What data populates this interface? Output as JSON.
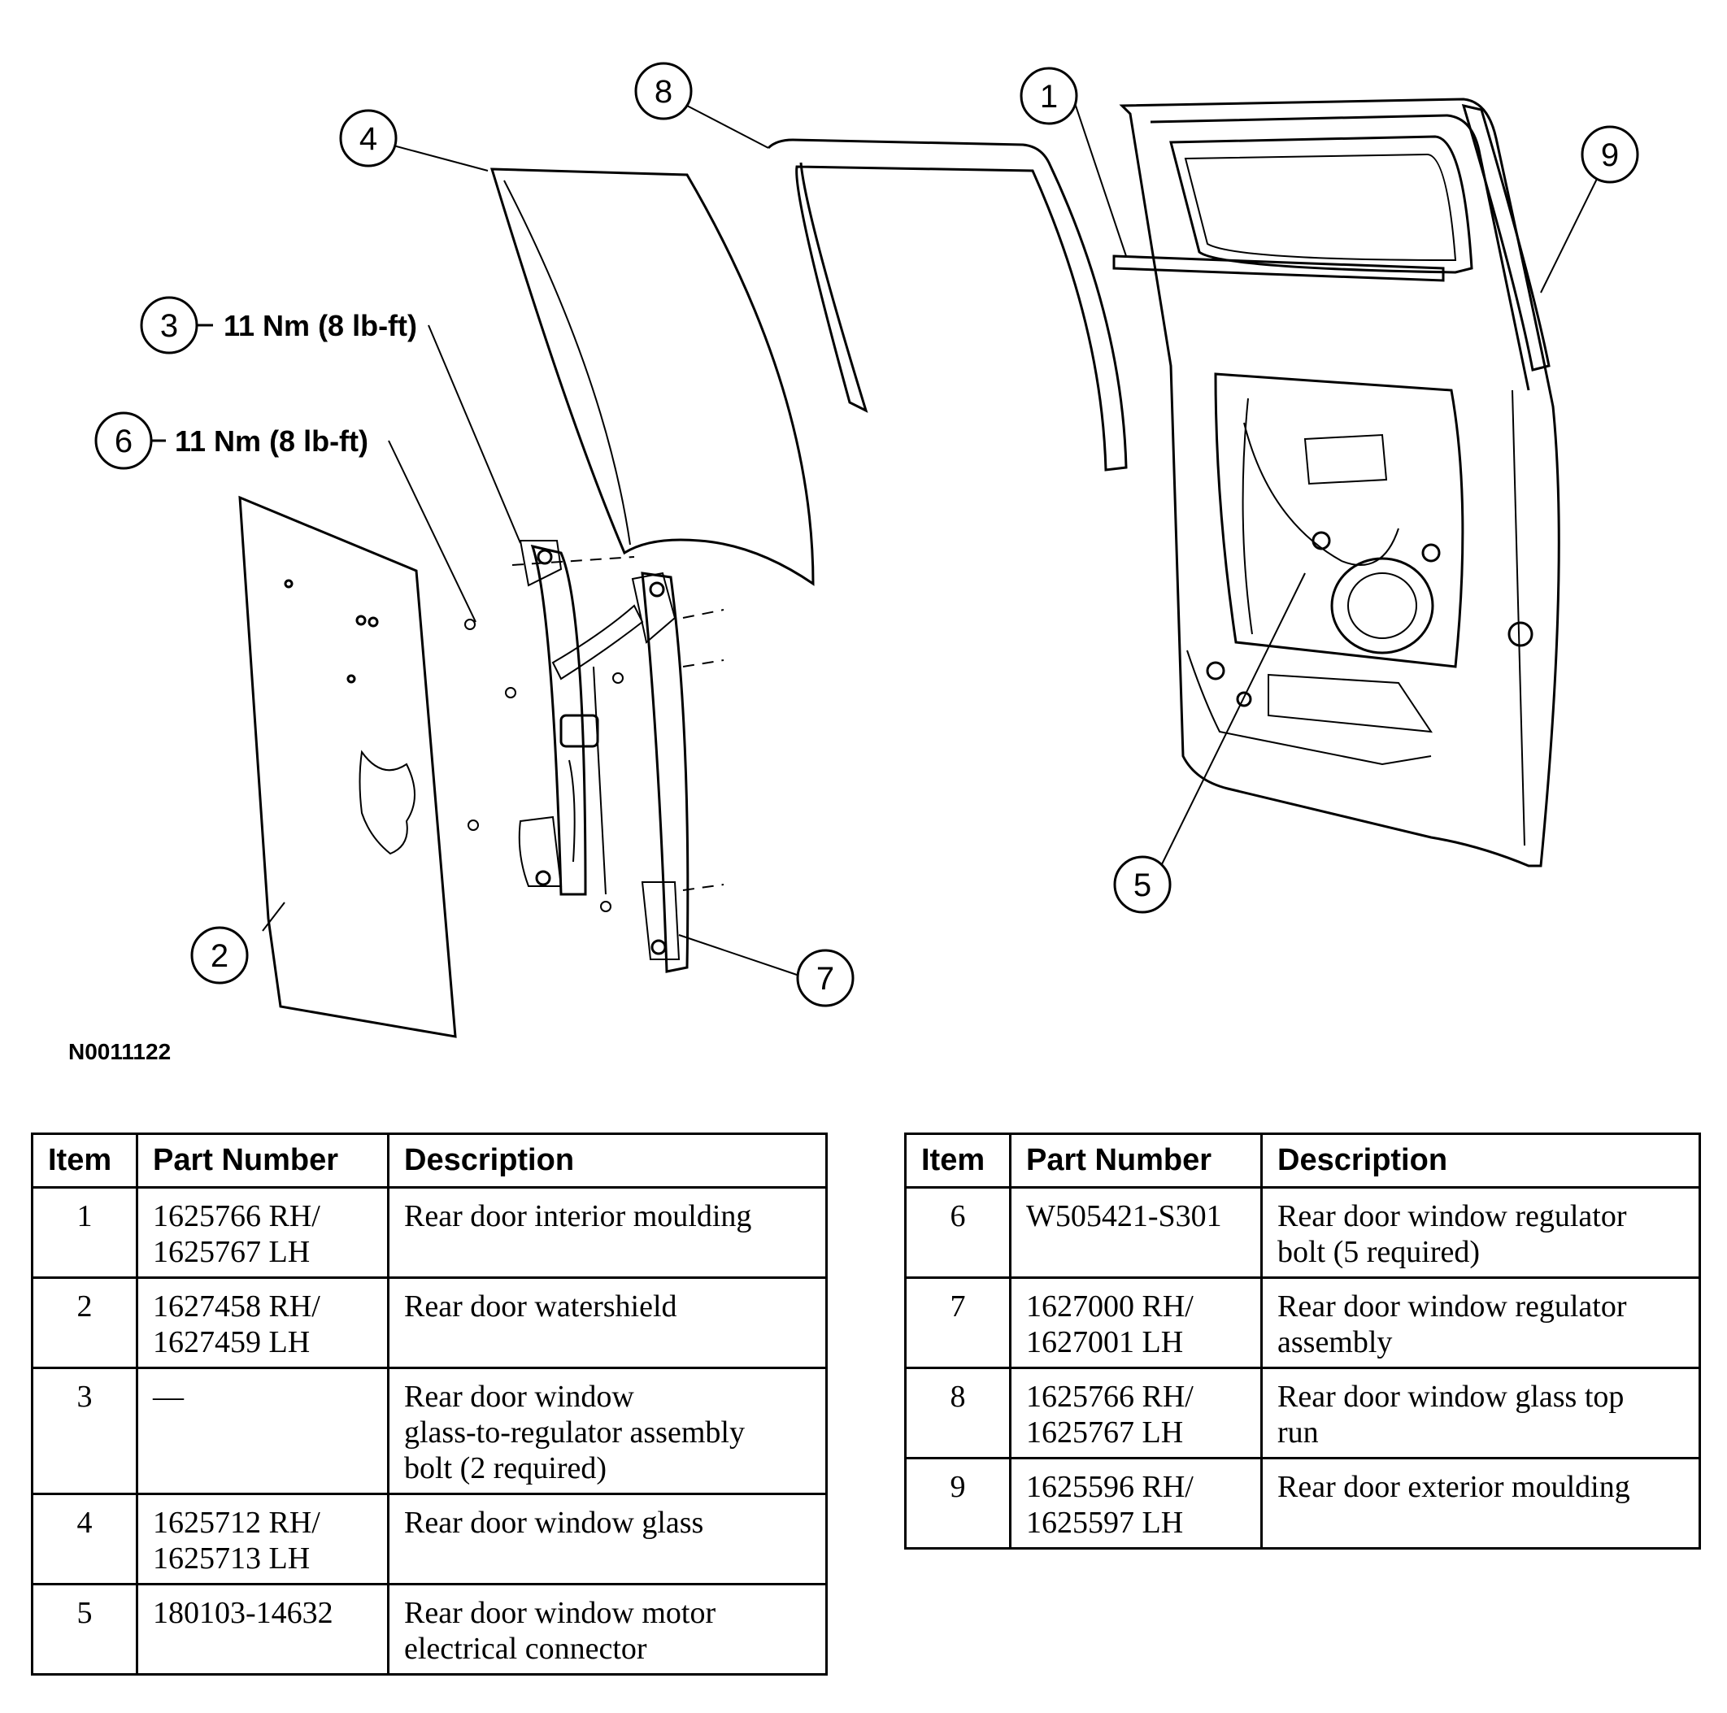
{
  "figure_id": "N0011122",
  "callouts": [
    {
      "id": "1",
      "label": "1"
    },
    {
      "id": "2",
      "label": "2"
    },
    {
      "id": "3",
      "label": "3",
      "torque": "11 Nm (8 lb-ft)"
    },
    {
      "id": "4",
      "label": "4"
    },
    {
      "id": "5",
      "label": "5"
    },
    {
      "id": "6",
      "label": "6",
      "torque": "11 Nm (8 lb-ft)"
    },
    {
      "id": "7",
      "label": "7"
    },
    {
      "id": "8",
      "label": "8"
    },
    {
      "id": "9",
      "label": "9"
    }
  ],
  "table_headers": {
    "item": "Item",
    "part_number": "Part Number",
    "description": "Description"
  },
  "parts_left": [
    {
      "item": "1",
      "part_number": "1625766 RH/\n1625767 LH",
      "description": "Rear door interior moulding"
    },
    {
      "item": "2",
      "part_number": "1627458 RH/\n1627459 LH",
      "description": "Rear door watershield"
    },
    {
      "item": "3",
      "part_number": "—",
      "description": "Rear door window\nglass-to-regulator assembly\nbolt (2 required)"
    },
    {
      "item": "4",
      "part_number": "1625712 RH/\n1625713 LH",
      "description": "Rear door window glass"
    },
    {
      "item": "5",
      "part_number": "180103-14632",
      "description": "Rear door window motor\nelectrical connector"
    }
  ],
  "parts_right": [
    {
      "item": "6",
      "part_number": "W505421-S301",
      "description": "Rear door window regulator\nbolt (5 required)"
    },
    {
      "item": "7",
      "part_number": "1627000 RH/\n1627001 LH",
      "description": "Rear door window regulator\nassembly"
    },
    {
      "item": "8",
      "part_number": "1625766 RH/\n1625767 LH",
      "description": "Rear door window glass top\nrun"
    },
    {
      "item": "9",
      "part_number": "1625596 RH/\n1625597 LH",
      "description": "Rear door exterior moulding"
    }
  ]
}
